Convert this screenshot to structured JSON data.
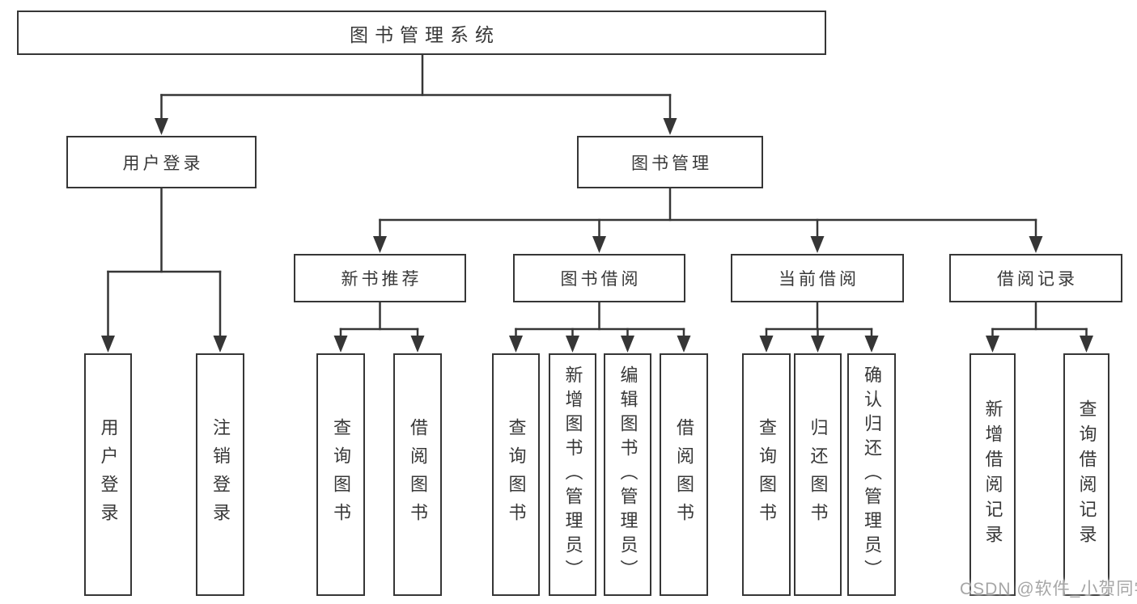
{
  "tree": {
    "root": {
      "label": "图书管理系统",
      "children": [
        {
          "label": "用户登录",
          "children": [
            {
              "label": "用户登录"
            },
            {
              "label": "注销登录"
            }
          ]
        },
        {
          "label": "图书管理",
          "children": [
            {
              "label": "新书推荐",
              "children": [
                {
                  "label": "查询图书"
                },
                {
                  "label": "借阅图书"
                }
              ]
            },
            {
              "label": "图书借阅",
              "children": [
                {
                  "label": "查询图书"
                },
                {
                  "label": "新增图书（管理员）"
                },
                {
                  "label": "编辑图书（管理员）"
                },
                {
                  "label": "借阅图书"
                }
              ]
            },
            {
              "label": "当前借阅",
              "children": [
                {
                  "label": "查询图书"
                },
                {
                  "label": "归还图书"
                },
                {
                  "label": "确认归还（管理员）"
                }
              ]
            },
            {
              "label": "借阅记录",
              "children": [
                {
                  "label": "新增借阅记录"
                },
                {
                  "label": "查询借阅记录"
                }
              ]
            }
          ]
        }
      ]
    }
  },
  "watermark": {
    "text": "CSDN @软件_小贺同学"
  },
  "colors": {
    "line": "#363636",
    "text": "#383838",
    "background": "#ffffff",
    "watermark": "#a6a6a6"
  }
}
